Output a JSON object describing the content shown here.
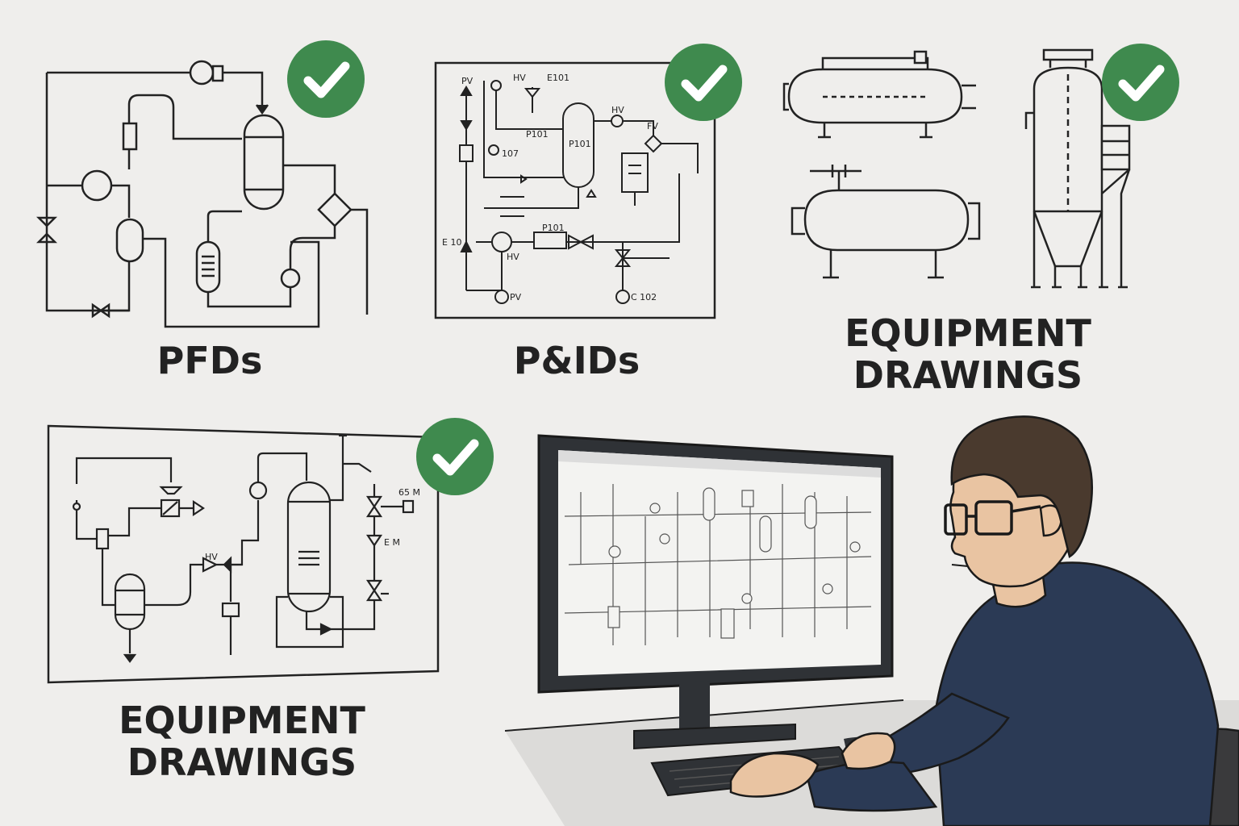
{
  "panels": {
    "pfd": {
      "caption": "PFDs",
      "check_icon": "check-circle-icon"
    },
    "pid": {
      "caption": "P&IDs",
      "check_icon": "check-circle-icon",
      "labels": [
        "PV",
        "HV",
        "E101",
        "HV",
        "P101",
        "P101",
        "FV",
        "107",
        "P101",
        "E 10",
        "HV",
        "PV",
        "C 102"
      ]
    },
    "equipment_top": {
      "caption_line1": "EQUIPMENT",
      "caption_line2": "DRAWINGS",
      "check_icon": "check-circle-icon"
    },
    "equipment_bottom": {
      "caption_line1": "EQUIPMENT",
      "caption_line2": "DRAWINGS",
      "check_icon": "check-circle-icon",
      "labels": [
        "65 M",
        "E M",
        "HV"
      ]
    }
  },
  "colors": {
    "background": "#efeeec",
    "check_badge": "#3f8a4e",
    "line": "#222222",
    "monitor": "#2f3236",
    "shirt": "#2b3a55",
    "hair": "#4a3a2e",
    "skin": "#e9c4a2"
  },
  "scene": {
    "person": "engineer-at-computer",
    "monitor_icon": "monitor-icon",
    "keyboard_icon": "keyboard-icon"
  }
}
